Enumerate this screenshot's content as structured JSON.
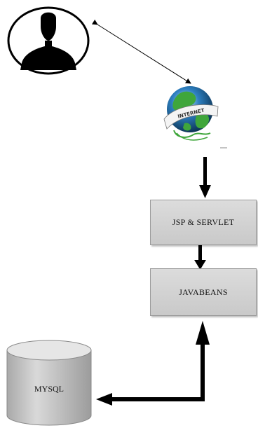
{
  "nodes": {
    "user": {
      "icon": "user-silhouette-icon"
    },
    "internet": {
      "icon": "internet-globe-icon",
      "label": "INTERNET"
    },
    "jsp": {
      "label": "JSP & SERVLET"
    },
    "javabeans": {
      "label": "JAVABEANS"
    },
    "mysql": {
      "icon": "database-cylinder-icon",
      "label": "MYSQL"
    }
  },
  "colors": {
    "box_fill": "#d3d3d3",
    "arrow": "#000000",
    "globe_green": "#3fa63b",
    "globe_blue": "#1c5d8f"
  }
}
